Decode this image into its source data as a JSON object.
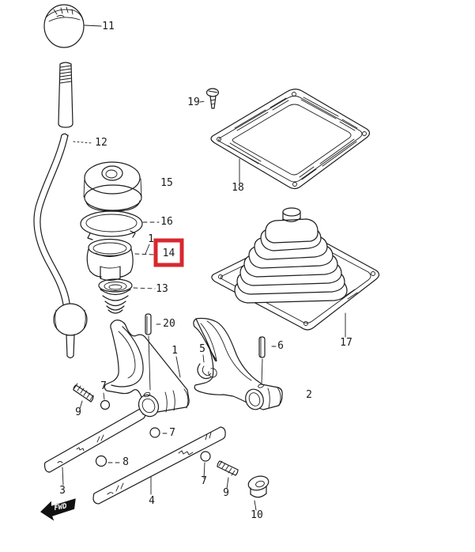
{
  "meta": {
    "description": "Exploded parts diagram of a gear shift lever / gear shifting fork assembly",
    "style": "black line art on white background"
  },
  "colors": {
    "line": "#1c1c1c",
    "background": "#ffffff",
    "highlight_box": "#d7282f",
    "label_text": "#1b1b1b"
  },
  "highlight": {
    "part_number": "14"
  },
  "fwd_marker": {
    "label": "FWD"
  },
  "callouts": {
    "c11": "11",
    "c12": "12",
    "c19": "19",
    "c18": "18",
    "c15": "15",
    "c16": "16",
    "c1a": "1",
    "c14": "14",
    "c13": "13",
    "c17": "17",
    "c20": "20",
    "c1b": "1",
    "c5": "5",
    "c6": "6",
    "c2": "2",
    "c9a": "9",
    "c7a": "7",
    "c7b": "7",
    "c3": "3",
    "c8": "8",
    "c4": "4",
    "c7c": "7",
    "c9b": "9",
    "c10": "10"
  }
}
